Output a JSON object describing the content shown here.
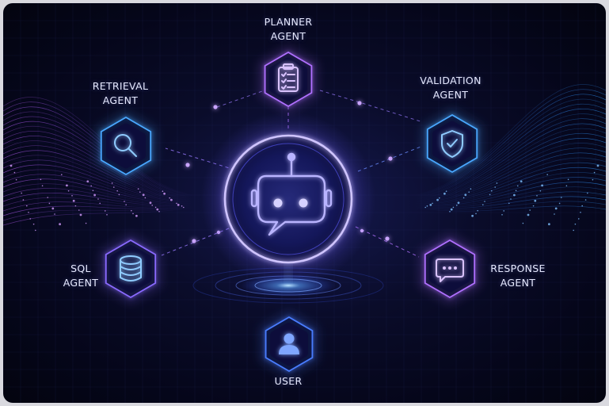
{
  "colors": {
    "accent_purple": "#b36bff",
    "accent_blue": "#3fa0ff",
    "core_glow": "#6f6bff",
    "label": "#e6e9ff"
  },
  "hub": {
    "icon": "robot-chat-icon"
  },
  "nodes": {
    "planner": {
      "line1": "PLANNER",
      "line2": "AGENT",
      "icon": "clipboard-checklist-icon",
      "color": "#b070ff"
    },
    "retrieval": {
      "line1": "RETRIEVAL",
      "line2": "AGENT",
      "icon": "magnifier-icon",
      "color": "#4aa8ff"
    },
    "validation": {
      "line1": "VALIDATION",
      "line2": "AGENT",
      "icon": "shield-check-icon",
      "color": "#4aa8ff"
    },
    "sql": {
      "line1": "SQL",
      "line2": "AGENT",
      "icon": "database-icon",
      "color": "#8a6bff"
    },
    "response": {
      "line1": "RESPONSE",
      "line2": "AGENT",
      "icon": "chat-bubble-icon",
      "color": "#b070ff"
    },
    "user": {
      "line1": "USER",
      "line2": "",
      "icon": "user-icon",
      "color": "#4a7dff"
    }
  }
}
